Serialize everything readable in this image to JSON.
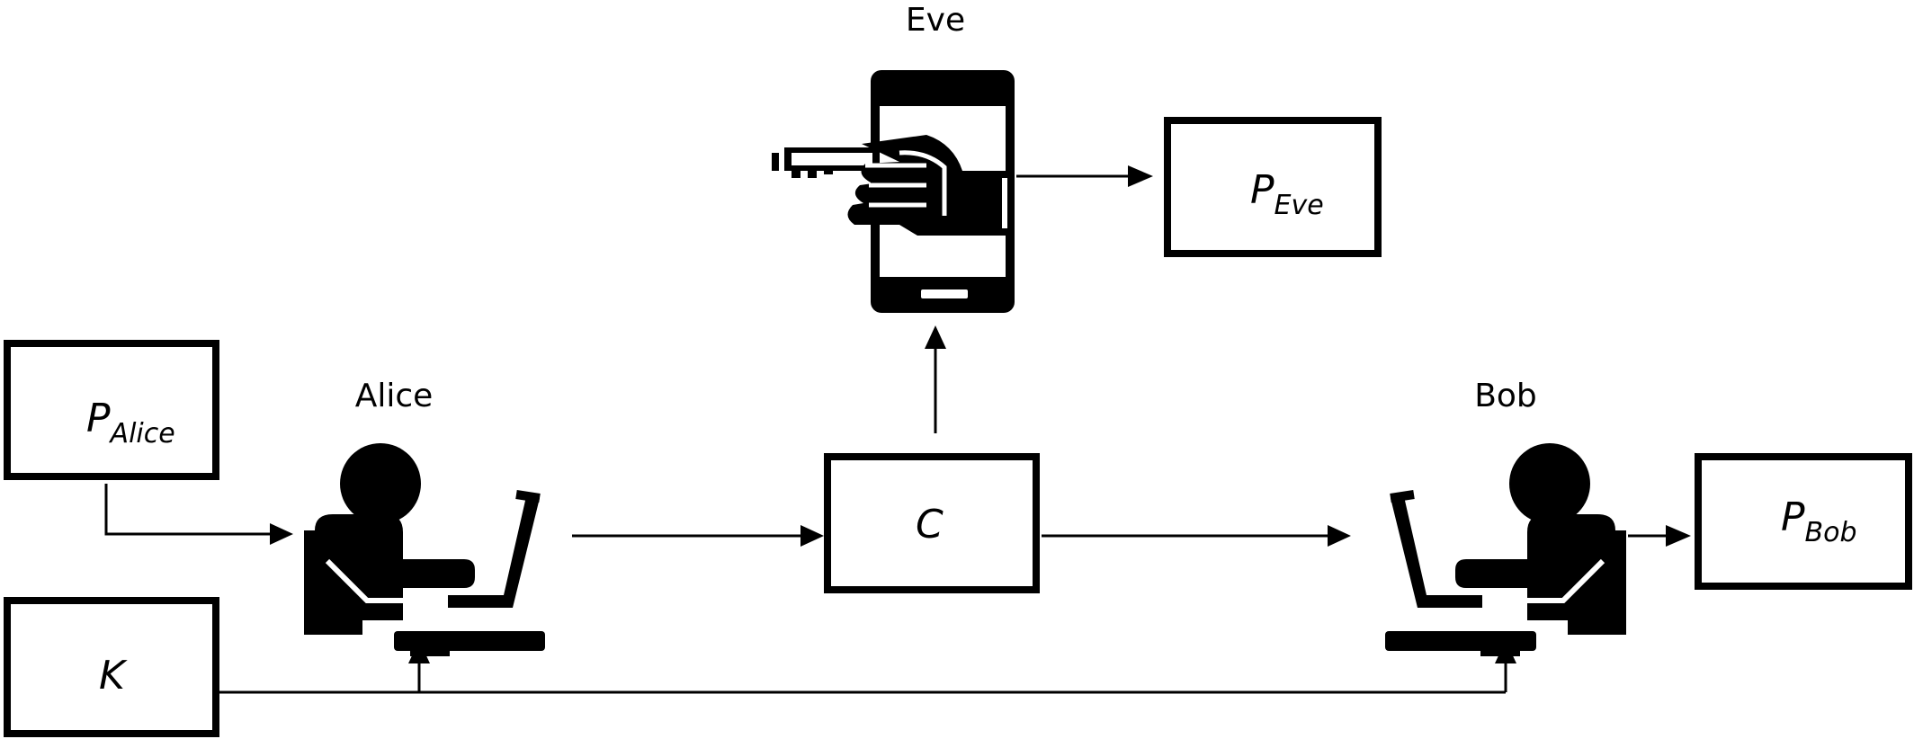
{
  "actors": {
    "alice": {
      "name": "Alice",
      "icon": "person-laptop-icon"
    },
    "bob": {
      "name": "Bob",
      "icon": "person-laptop-icon"
    },
    "eve": {
      "name": "Eve",
      "icon": "phone-hand-key-icon"
    }
  },
  "boxes": {
    "p_alice": {
      "symbol": "P",
      "subscript": "Alice"
    },
    "k": {
      "symbol": "K",
      "subscript": ""
    },
    "c": {
      "symbol": "C",
      "subscript": ""
    },
    "p_bob": {
      "symbol": "P",
      "subscript": "Bob"
    },
    "p_eve": {
      "symbol": "P",
      "subscript": "Eve"
    }
  },
  "edges": [
    {
      "from": "p_alice",
      "to": "alice"
    },
    {
      "from": "k",
      "to": "alice"
    },
    {
      "from": "k",
      "to": "bob"
    },
    {
      "from": "alice",
      "to": "c"
    },
    {
      "from": "c",
      "to": "bob"
    },
    {
      "from": "c",
      "to": "eve"
    },
    {
      "from": "bob",
      "to": "p_bob"
    },
    {
      "from": "eve",
      "to": "p_eve"
    }
  ]
}
